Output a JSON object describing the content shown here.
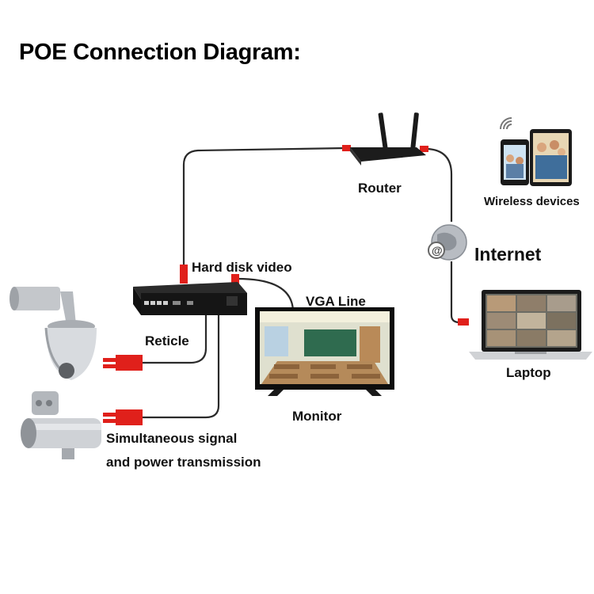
{
  "title": "POE Connection Diagram:",
  "labels": {
    "router": "Router",
    "wireless_devices": "Wireless devices",
    "internet": "Internet",
    "hard_disk_video": "Hard disk video",
    "vga_line": "VGA Line",
    "reticle": "Reticle",
    "laptop": "Laptop",
    "monitor": "Monitor",
    "simultaneous_line1": "Simultaneous signal",
    "simultaneous_line2": "and power transmission"
  },
  "colors": {
    "cable": "#2a2a2a",
    "connector": "#e0201b",
    "device_dark": "#1c1c1c",
    "steel": "#c9ccd0"
  },
  "icons": [
    "router-icon",
    "nvr-icon",
    "monitor-icon",
    "laptop-icon",
    "phone-icon",
    "tablet-icon",
    "wifi-icon",
    "globe-icon",
    "ptz-camera-icon",
    "bullet-camera-icon"
  ]
}
